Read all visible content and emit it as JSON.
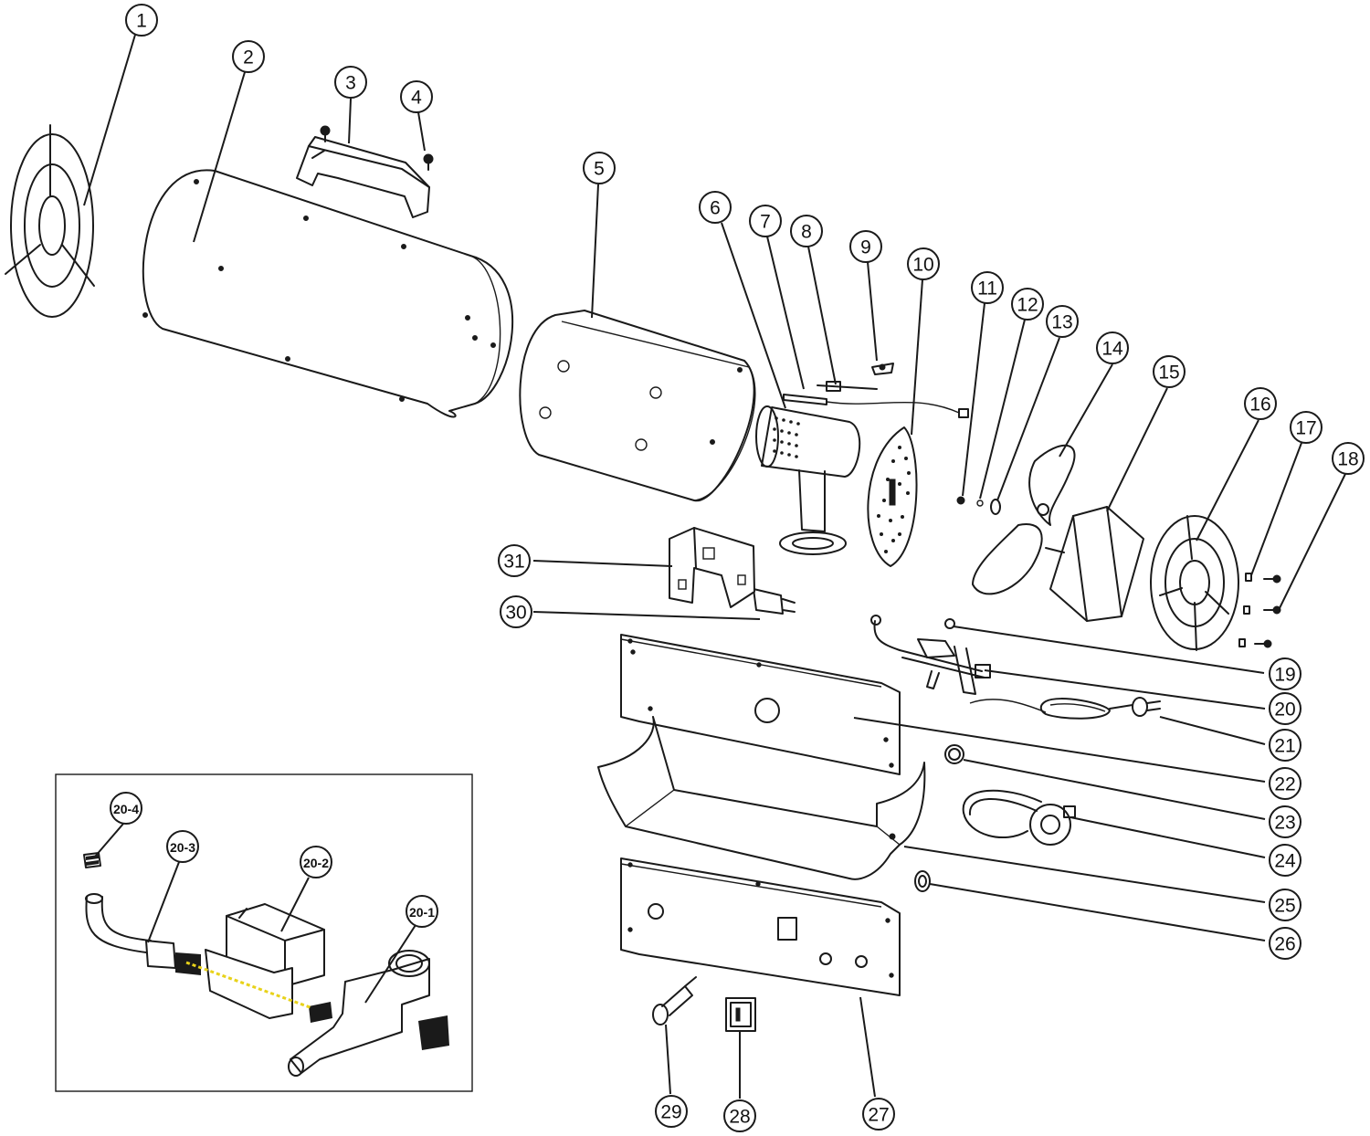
{
  "callouts": [
    {
      "id": "1",
      "label": "1"
    },
    {
      "id": "2",
      "label": "2"
    },
    {
      "id": "3",
      "label": "3"
    },
    {
      "id": "4",
      "label": "4"
    },
    {
      "id": "5",
      "label": "5"
    },
    {
      "id": "6",
      "label": "6"
    },
    {
      "id": "7",
      "label": "7"
    },
    {
      "id": "8",
      "label": "8"
    },
    {
      "id": "9",
      "label": "9"
    },
    {
      "id": "10",
      "label": "10"
    },
    {
      "id": "11",
      "label": "11"
    },
    {
      "id": "12",
      "label": "12"
    },
    {
      "id": "13",
      "label": "13"
    },
    {
      "id": "14",
      "label": "14"
    },
    {
      "id": "15",
      "label": "15"
    },
    {
      "id": "16",
      "label": "16"
    },
    {
      "id": "17",
      "label": "17"
    },
    {
      "id": "18",
      "label": "18"
    },
    {
      "id": "19",
      "label": "19"
    },
    {
      "id": "20",
      "label": "20"
    },
    {
      "id": "21",
      "label": "21"
    },
    {
      "id": "22",
      "label": "22"
    },
    {
      "id": "23",
      "label": "23"
    },
    {
      "id": "24",
      "label": "24"
    },
    {
      "id": "25",
      "label": "25"
    },
    {
      "id": "26",
      "label": "26"
    },
    {
      "id": "27",
      "label": "27"
    },
    {
      "id": "28",
      "label": "28"
    },
    {
      "id": "29",
      "label": "29"
    },
    {
      "id": "30",
      "label": "30"
    },
    {
      "id": "31",
      "label": "31"
    }
  ],
  "detail_callouts": [
    {
      "id": "20-1",
      "label": "20-1"
    },
    {
      "id": "20-2",
      "label": "20-2"
    },
    {
      "id": "20-3",
      "label": "20-3"
    },
    {
      "id": "20-4",
      "label": "20-4"
    }
  ],
  "colors": {
    "line": "#1a1a1a",
    "background": "#ffffff",
    "thread_highlight": "#e8d21a"
  }
}
